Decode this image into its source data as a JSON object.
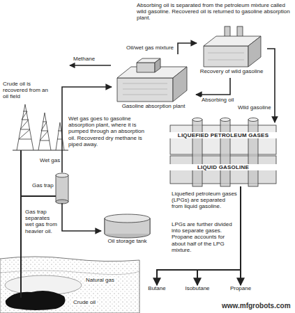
{
  "diagram": {
    "nodes": [
      {
        "text": [
          "Gas trap"
        ]
      },
      {
        "text": [
          "Oil storage tank"
        ]
      },
      {
        "text": [
          "Gasoline absorption plant"
        ]
      },
      {
        "text": [
          "Recovery of wild gasoline"
        ]
      },
      {
        "text": [
          "LIQUEFIED PETROLEUM GASES",
          "LIQUID GASOLINE"
        ]
      },
      {
        "text": [
          "Butane"
        ]
      },
      {
        "text": [
          "Isobutane"
        ]
      },
      {
        "text": [
          "Propane"
        ]
      }
    ],
    "edges": [
      {
        "from": 0,
        "to": 2,
        "label": "Wet gas",
        "arrow": "to"
      },
      {
        "from": 0,
        "to": 1,
        "arrow": "to"
      },
      {
        "from": 2,
        "to": 3,
        "label": "Oil/wet gas mixture",
        "arrow": "to"
      },
      {
        "from": 3,
        "to": 2,
        "label": "Absorbing oil",
        "arrow": "to"
      },
      {
        "from": 3,
        "to": 4,
        "label": "Wild gasoline",
        "arrow": "to"
      },
      {
        "from": 4,
        "to": 5,
        "arrow": "to"
      },
      {
        "from": 4,
        "to": 6,
        "arrow": "to"
      },
      {
        "from": 4,
        "to": 7,
        "arrow": "to"
      }
    ],
    "labels": [
      "Absorbing oil is separated from the petroleum mixture called wild gasoline. Recovered oil is returned to gasoline absorption plant.",
      "Methane",
      "Crude oil is recovered from an oil field",
      "Wet gas goes to gasoline absorption plant, where it is pumped through an absorption oil. Recovered dry methane is piped away.",
      "Gas trap separates wet gas from heavier oil.",
      "Liquefied petroleum gases (LPGs) are separated from liquid gasoline.",
      "LPGs are further divided into separate gases. Propane accounts for about half of the LPG mixture.",
      "Natural gas",
      "Crude oil",
      "www.mfgrobots.com"
    ]
  }
}
